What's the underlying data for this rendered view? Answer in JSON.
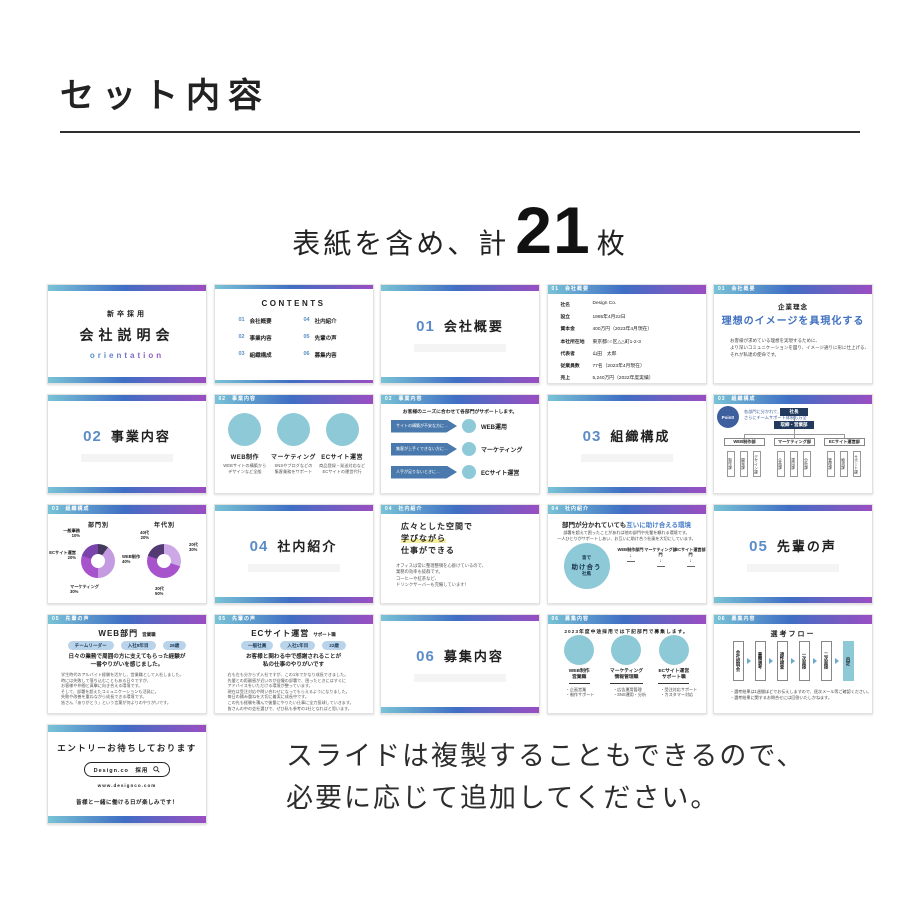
{
  "page": {
    "title": "セット内容",
    "count_prefix": "表紙を含め、計",
    "count_number": "21",
    "count_suffix": "枚",
    "footer_line1": "スライドは複製することもできるので、",
    "footer_line2": "必要に応じて追加してください。"
  },
  "colors": {
    "gradient_left_teal": "#79c3d6",
    "gradient_mid_blue": "#3f6ec4",
    "gradient_right_purple": "#9a4ec2",
    "accent_blue": "#5b8cc8",
    "circle_teal": "#8ec9d8",
    "arrow_steel_blue": "#4a7aad",
    "donut_purples": [
      "#c49ae0",
      "#a653cc",
      "#7b44ad",
      "#433a5e"
    ],
    "highlight_yellow": "#f5ee9e"
  },
  "slides": {
    "s1": {
      "tag": "新卒採用",
      "title": "会社説明会",
      "sub": "orientation"
    },
    "s2": {
      "title": "CONTENTS",
      "items": [
        {
          "n": "01",
          "t": "会社概要"
        },
        {
          "n": "04",
          "t": "社内紹介"
        },
        {
          "n": "02",
          "t": "事業内容"
        },
        {
          "n": "05",
          "t": "先輩の声"
        },
        {
          "n": "03",
          "t": "組織構成"
        },
        {
          "n": "06",
          "t": "募集内容"
        }
      ]
    },
    "s3": {
      "num": "01",
      "title": "会社概要"
    },
    "s4": {
      "header": "01　会社概要",
      "rows": [
        [
          "社名",
          "Design Co."
        ],
        [
          "設立",
          "1985年4月22日"
        ],
        [
          "資本金",
          "400万円（2023年4月現在）"
        ],
        [
          "本社所在地",
          "東京都○○区△△町1-2-3"
        ],
        [
          "代表者",
          "山田　太郎"
        ],
        [
          "従業員数",
          "77名（2023年4月現在）"
        ],
        [
          "売上",
          "5,240万円（2022年度実績）"
        ]
      ]
    },
    "s5": {
      "header": "01　会社概要",
      "title": "企業理念",
      "slogan": "理想のイメージを具現化する",
      "body1": "お客様が求めている理想を実現するために、",
      "body2": "より深いコミュニケーションを図り、イメージ通りに形に仕上げる、",
      "body3": "それが私達の使命です。"
    },
    "s6": {
      "num": "02",
      "title": "事業内容"
    },
    "s7": {
      "header": "02　事業内容",
      "items": [
        {
          "t": "WEB制作",
          "d1": "WEBサイトの構築から",
          "d2": "デザインなど全般"
        },
        {
          "t": "マーケティング",
          "d1": "SNSやブログなどの",
          "d2": "集客業務をサポート"
        },
        {
          "t": "ECサイト運営",
          "d1": "商品登録・発送対応など",
          "d2": "ECサイトの運営代行"
        }
      ]
    },
    "s8": {
      "header": "02　事業内容",
      "lead": "お客様のニーズに合わせて各部門がサポートします。",
      "rows": [
        {
          "a": "サイトの構築が不安な方に…",
          "t": "WEB運用"
        },
        {
          "a": "集客が上手くできない方に…",
          "t": "マーケティング"
        },
        {
          "a": "人手が足りないときに…",
          "t": "ECサイト運営"
        }
      ]
    },
    "s9": {
      "num": "03",
      "title": "組織構成"
    },
    "s10": {
      "header": "03　組織構成",
      "point": "Point!",
      "note1": "各部門に分かれて、",
      "note2": "さらにチームサポート体制も万全",
      "top": "社長",
      "second": "取締・営業部",
      "branches": [
        {
          "t": "WEB制作部",
          "s1": "制作課",
          "s2": "開発課",
          "s3": "デザイン課"
        },
        {
          "t": "マーケティング部",
          "s1": "企画課",
          "s2": "運用課",
          "s3": "分析課"
        },
        {
          "t": "ECサイト運営部",
          "s1": "管理課",
          "s2": "物流課",
          "s3": "サポート課"
        }
      ]
    },
    "s11": {
      "header": "03　組織構成",
      "left_title": "部門別",
      "right_title": "年代別",
      "left": [
        {
          "l": "一般事務",
          "v": "10%"
        },
        {
          "l": "ECサイト運営",
          "v": "20%"
        },
        {
          "l": "マーケティング",
          "v": "30%"
        },
        {
          "l": "WEB制作",
          "v": "40%"
        }
      ],
      "right": [
        {
          "l": "40代",
          "v": "20%"
        },
        {
          "l": "20代",
          "v": "30%"
        },
        {
          "l": "30代",
          "v": "50%"
        }
      ]
    },
    "s12": {
      "num": "04",
      "title": "社内紹介"
    },
    "s13": {
      "header": "04　社内紹介",
      "line1": "広々とした空間で",
      "line2": "学びながら",
      "line3": "仕事ができる",
      "body1": "オフィスは常に整理整頓を心掛けているので、",
      "body2": "業務の効率も抜群です。",
      "body3": "コーヒーや紅茶など、",
      "body4": "ドリンクサーバーも完備しています！"
    },
    "s14": {
      "header": "04　社内紹介",
      "title_black": "部門が分かれていても",
      "title_blue": "互いに助け合える環境",
      "body1": "部署を超えて困ったことがあれば他の部門や先輩を頼れる環境です。",
      "body2": "一人ひとりがサポートしあい、お互いに助け合う社風を大切にしています。",
      "circle1": "皆で",
      "circle2": "助け合う",
      "circle3": "社風",
      "col1": "WEB制作部門",
      "col2": "マーケティング部門",
      "col3": "ECサイト運営部門",
      "arrow": "↓"
    },
    "s15": {
      "num": "05",
      "title": "先輩の声"
    },
    "s16": {
      "header": "05　先輩の声",
      "title": "WEB部門",
      "title_small": "営業職",
      "pills": [
        "チームリーダー",
        "入社8年目",
        "28歳"
      ],
      "quote1": "日々の業務で周囲の方に支えてもらった経験が",
      "quote2": "一番やりがいを感じました。",
      "body1": "学生時代のアルバイト経験を活かし、営業職として入社しました。",
      "body2": "時には失敗して落ち込むこともある日々ですが、",
      "body3": "お客様や仲間と真摯に向き合える環境です。",
      "body4": "そして、部署を超えたコミュニケーションも活発に。",
      "body5": "失敗や改善を重ねながら成長できる環境です。",
      "body6": "皆さん「ありがとう」という言葉が何よりのやりがいです。"
    },
    "s17": {
      "header": "05　先輩の声",
      "title": "ECサイト運営",
      "title_small": "サポート職",
      "pills": [
        "一般社員",
        "入社1年目",
        "22歳"
      ],
      "quote1": "お客様と関わる中で感謝されることが",
      "quote2": "私の仕事のやりがいです",
      "body1": "右も左も分からず入社ですが、この1年でかなり成長できました。",
      "body2": "先輩との距離感が近いのが自慢の部署で、困ったときにはすぐに",
      "body3": "アドバイスをいただける環境が整っています。",
      "body4": "現在は受注対応や問い合わせになってもらえるようになりました。",
      "body5": "毎日の積み重ねを大切に着実に成長中です。",
      "body6": "この先も経験を積んで後輩にやりたい仕事に全力投球していきます。",
      "body7": "皆さんの中の会社選びで、ぜひ私も参考の1社となればと思います。"
    },
    "s18": {
      "num": "06",
      "title": "募集内容"
    },
    "s19": {
      "header": "06　募集内容",
      "lead": "2023年度中途採用では下記部門で募集します。",
      "items": [
        {
          "t1": "WEB制作",
          "t2": "営業職",
          "b1": "・企画営業",
          "b2": "・制作サポート"
        },
        {
          "t1": "マーケティング",
          "t2": "情報管理職",
          "b1": "・広告運用管理",
          "b2": "・SNS運用・分析"
        },
        {
          "t1": "ECサイト運営",
          "t2": "サポート職",
          "b1": "・受注対応サポート",
          "b2": "・カスタマー対応"
        }
      ]
    },
    "s20": {
      "header": "06　募集内容",
      "title": "選考フロー",
      "steps": [
        "会社説明会",
        "書類選考",
        "適性検査",
        "一次面接",
        "二次面接",
        "内定"
      ],
      "note1": "・選考結果は1週間ほどでお伝えしますので、逐次メール等ご確認ください。",
      "note2": "・選考結果に関するお問合せには回答いたしかねます。"
    },
    "s21": {
      "title": "エントリーお待ちしております",
      "search": "Design.co　採用",
      "url": "www.designco.com",
      "msg": "皆様と一緒に働ける日が楽しみです！"
    }
  }
}
